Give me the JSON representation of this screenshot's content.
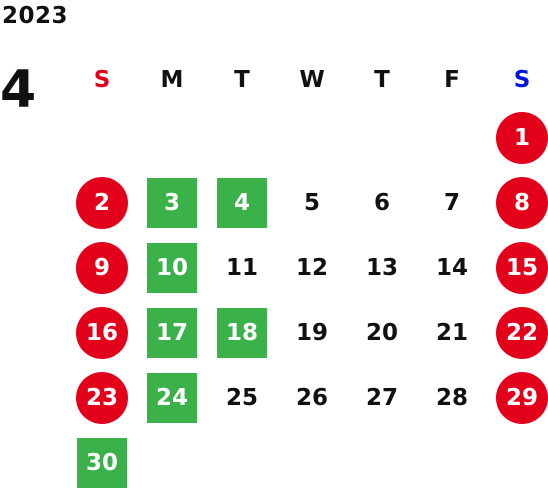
{
  "calendar": {
    "year": "2023",
    "month": "4",
    "weekdays": [
      "S",
      "M",
      "T",
      "W",
      "T",
      "F",
      "S"
    ],
    "weeks": [
      [
        "",
        "",
        "",
        "",
        "",
        "",
        "1"
      ],
      [
        "2",
        "3",
        "4",
        "5",
        "6",
        "7",
        "8"
      ],
      [
        "9",
        "10",
        "11",
        "12",
        "13",
        "14",
        "15"
      ],
      [
        "16",
        "17",
        "18",
        "19",
        "20",
        "21",
        "22"
      ],
      [
        "23",
        "24",
        "25",
        "26",
        "27",
        "28",
        "29"
      ],
      [
        "30",
        "",
        "",
        "",
        "",
        "",
        ""
      ]
    ],
    "colors": {
      "holiday": "#e3001b",
      "highlight": "#3bb14a",
      "sunday_header": "#e3001b",
      "saturday_header": "#0016d9"
    }
  }
}
